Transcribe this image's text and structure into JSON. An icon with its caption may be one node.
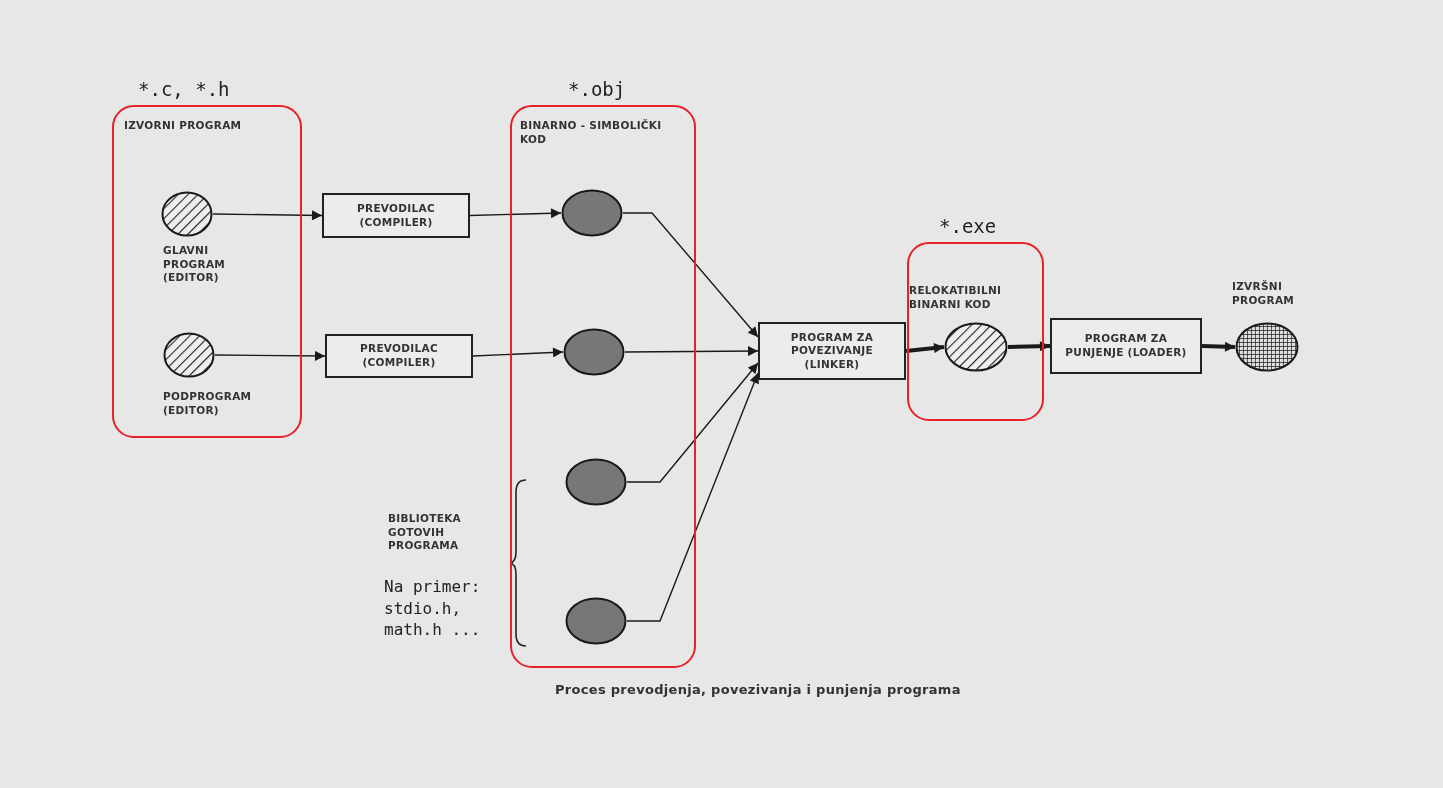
{
  "diagram": {
    "caption": "Proces prevodjenja, povezivanja i punjenja programa",
    "nodes": [
      {
        "text": [
          "*.c, *.h",
          "IZVORNI PROGRAM"
        ]
      },
      {
        "text": [],
        "shape": "circle",
        "in": 0,
        "beside": [
          "GLAVNI PROGRAM (EDITOR)"
        ]
      },
      {
        "text": [],
        "shape": "circle",
        "in": 0,
        "beside": [
          "PODPROGRAM (EDITOR)"
        ]
      },
      {
        "text": [
          "PREVODILAC (COMPILER)"
        ]
      },
      {
        "text": [
          "PREVODILAC (COMPILER)"
        ]
      },
      {
        "text": [
          "*.obj",
          "BINARNO - SIMBOLIČKI KOD"
        ]
      },
      {
        "text": [],
        "shape": "circle",
        "in": 5
      },
      {
        "text": [],
        "shape": "circle",
        "in": 5
      },
      {
        "text": [],
        "shape": "circle",
        "in": 5
      },
      {
        "text": [],
        "shape": "circle",
        "in": 5
      },
      {
        "text": [
          "PROGRAM ZA POVEZIVANJE (LINKER)"
        ]
      },
      {
        "text": [
          "*.exe",
          "RELOKATIBILNI BINARNI KOD"
        ]
      },
      {
        "text": [],
        "shape": "circle",
        "in": 11
      },
      {
        "text": [
          "PROGRAM ZA PUNJENJE (LOADER)"
        ]
      },
      {
        "text": [],
        "shape": "circle",
        "beside": [
          "IZVRŠNI PROGRAM"
        ]
      }
    ],
    "edges": [
      {
        "from": 1,
        "to": 3,
        "arrow": "to"
      },
      {
        "from": 2,
        "to": 4,
        "arrow": "to"
      },
      {
        "from": 3,
        "to": 6,
        "arrow": "to"
      },
      {
        "from": 4,
        "to": 7,
        "arrow": "to"
      },
      {
        "from": 6,
        "to": 10,
        "arrow": "to"
      },
      {
        "from": 7,
        "to": 10,
        "arrow": "to"
      },
      {
        "from": 8,
        "to": 10,
        "arrow": "to"
      },
      {
        "from": 9,
        "to": 10,
        "arrow": "to"
      },
      {
        "from": 10,
        "to": 12,
        "arrow": "to",
        "style": "thick"
      },
      {
        "from": 12,
        "to": 13,
        "arrow": "to",
        "style": "thick"
      },
      {
        "from": 13,
        "to": 14,
        "arrow": "to",
        "style": "thick"
      }
    ],
    "labels": [
      "BIBLIOTEKA GOTOVIH PROGRAMA",
      "Na primer: stdio.h, math.h ..."
    ]
  }
}
